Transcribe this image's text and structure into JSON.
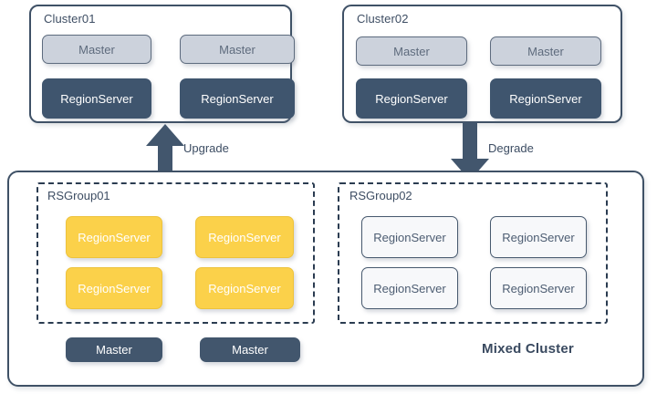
{
  "diagram": {
    "top_clusters": [
      {
        "id": "cluster01",
        "title": "Cluster01",
        "nodes": [
          {
            "label": "Master",
            "kind": "master-light"
          },
          {
            "label": "Master",
            "kind": "master-light"
          },
          {
            "label": "RegionServer",
            "kind": "rs-dark"
          },
          {
            "label": "RegionServer",
            "kind": "rs-dark"
          }
        ]
      },
      {
        "id": "cluster02",
        "title": "Cluster02",
        "nodes": [
          {
            "label": "Master",
            "kind": "master-light"
          },
          {
            "label": "Master",
            "kind": "master-light"
          },
          {
            "label": "RegionServer",
            "kind": "rs-dark"
          },
          {
            "label": "RegionServer",
            "kind": "rs-dark"
          }
        ]
      }
    ],
    "arrows": [
      {
        "id": "upgrade",
        "label": "Upgrade",
        "direction": "up"
      },
      {
        "id": "degrade",
        "label": "Degrade",
        "direction": "down"
      }
    ],
    "mixed_cluster": {
      "label": "Mixed Cluster",
      "groups": [
        {
          "id": "rsgroup01",
          "title": "RSGroup01",
          "nodes": [
            {
              "label": "RegionServer",
              "kind": "rs-yellow"
            },
            {
              "label": "RegionServer",
              "kind": "rs-yellow"
            },
            {
              "label": "RegionServer",
              "kind": "rs-yellow"
            },
            {
              "label": "RegionServer",
              "kind": "rs-yellow"
            }
          ]
        },
        {
          "id": "rsgroup02",
          "title": "RSGroup02",
          "nodes": [
            {
              "label": "RegionServer",
              "kind": "rs-plain"
            },
            {
              "label": "RegionServer",
              "kind": "rs-plain"
            },
            {
              "label": "RegionServer",
              "kind": "rs-plain"
            },
            {
              "label": "RegionServer",
              "kind": "rs-plain"
            }
          ]
        }
      ],
      "masters": [
        {
          "label": "Master",
          "kind": "master-dark"
        },
        {
          "label": "Master",
          "kind": "master-dark"
        }
      ]
    },
    "colors": {
      "border_dark": "#3f5166",
      "node_dark": "#3f556e",
      "node_light": "#ccd2dc",
      "node_yellow": "#fbd14a",
      "text_dark": "#3d4d63",
      "arrow": "#42566d",
      "background": "#ffffff"
    }
  }
}
